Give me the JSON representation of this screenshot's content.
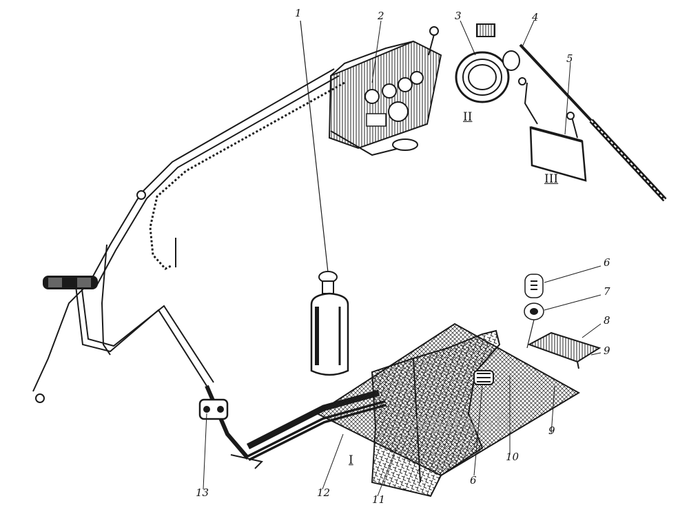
{
  "figure": {
    "callouts": {
      "c1": "1",
      "c2": "2",
      "c3": "3",
      "c4": "4",
      "c5": "5",
      "c6a": "6",
      "c7": "7",
      "c8": "8",
      "c9a": "9",
      "c6b": "6",
      "c9b": "9",
      "c10": "10",
      "c11": "11",
      "c12": "12",
      "c13": "13"
    },
    "views": {
      "v1": "I",
      "v2": "II",
      "v3": "III"
    },
    "watermark": "saltsoft"
  },
  "colors": {
    "ink": "#1a1a1a",
    "paper": "#ffffff",
    "watermark": "#aaaaaa"
  }
}
